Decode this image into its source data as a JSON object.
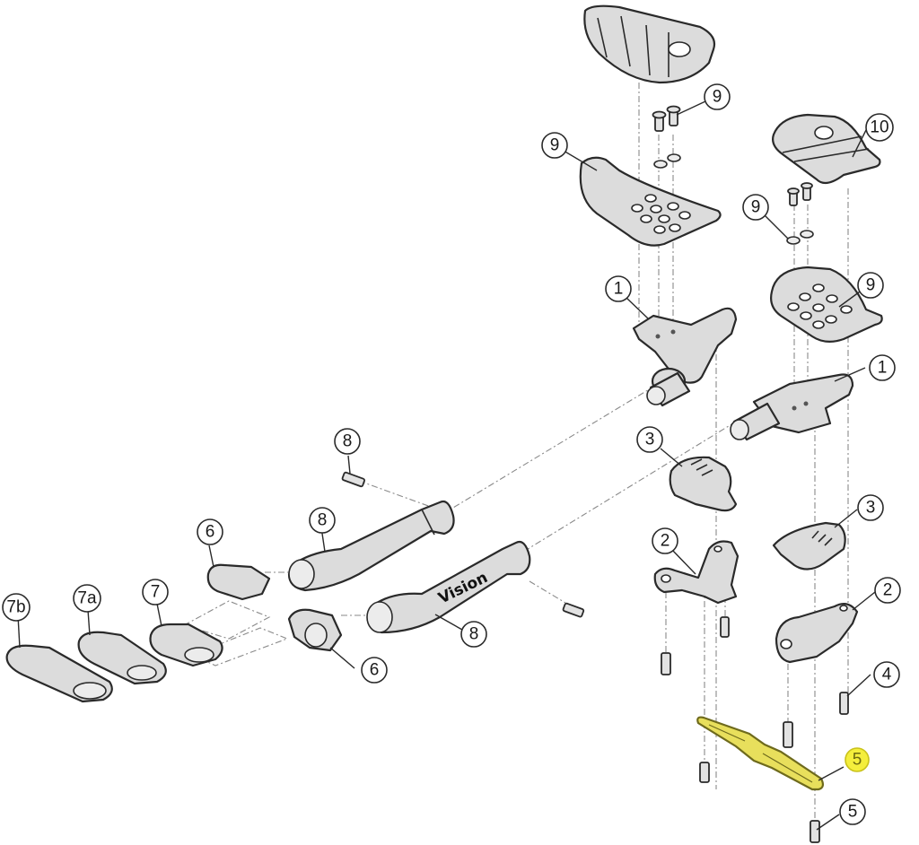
{
  "diagram": {
    "title": "Aerobar exploded parts diagram",
    "brand_mark": "Vision",
    "highlight_color": "#f4ee3c",
    "highlighted_part": "5",
    "callouts": [
      {
        "id": "c-9-top-screws",
        "label": "9",
        "part": "armrest screws and washers"
      },
      {
        "id": "c-10",
        "label": "10",
        "part": "armrest cradle (right)"
      },
      {
        "id": "c-9-left-pad",
        "label": "9",
        "part": "armrest pad (left)"
      },
      {
        "id": "c-9-right-washers",
        "label": "9",
        "part": "washers (right)"
      },
      {
        "id": "c-9-right-pad",
        "label": "9",
        "part": "armrest pad (right)"
      },
      {
        "id": "c-1-left",
        "label": "1",
        "part": "armrest bracket (left)"
      },
      {
        "id": "c-1-right",
        "label": "1",
        "part": "armrest bracket (right)"
      },
      {
        "id": "c-3-left",
        "label": "3",
        "part": "clamp cap (left)"
      },
      {
        "id": "c-3-right",
        "label": "3",
        "part": "clamp cap (right)"
      },
      {
        "id": "c-2-left",
        "label": "2",
        "part": "clamp base (left)"
      },
      {
        "id": "c-2-right",
        "label": "2",
        "part": "clamp base (right)"
      },
      {
        "id": "c-4",
        "label": "4",
        "part": "clamp bolt"
      },
      {
        "id": "c-5-highlight",
        "label": "5",
        "part": "bridge bar",
        "highlight": true
      },
      {
        "id": "c-5-bolt",
        "label": "5",
        "part": "bridge bar bolt"
      },
      {
        "id": "c-8-bolt",
        "label": "8",
        "part": "extension clamp bolt"
      },
      {
        "id": "c-8-ext-left",
        "label": "8",
        "part": "extension bar (left)"
      },
      {
        "id": "c-8-ext-right",
        "label": "8",
        "part": "extension bar (right)"
      },
      {
        "id": "c-6-left",
        "label": "6",
        "part": "end plug / shifter mount (left)"
      },
      {
        "id": "c-6-right",
        "label": "6",
        "part": "end plug / shifter mount (right)"
      },
      {
        "id": "c-7",
        "label": "7",
        "part": "end pad"
      },
      {
        "id": "c-7a",
        "label": "7a",
        "part": "end pad variant a"
      },
      {
        "id": "c-7b",
        "label": "7b",
        "part": "end pad variant b"
      }
    ]
  }
}
